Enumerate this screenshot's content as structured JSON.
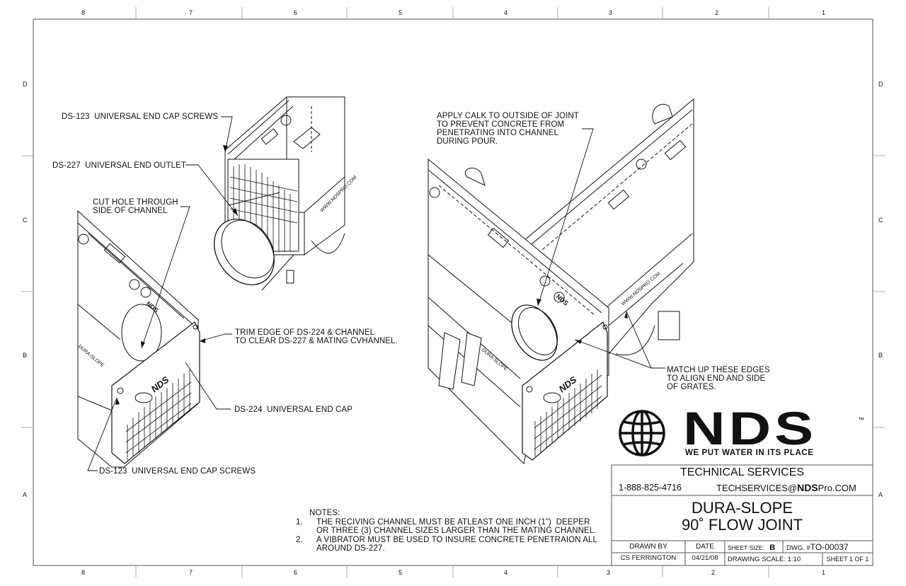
{
  "border": {
    "top_numbers": [
      "8",
      "7",
      "6",
      "5",
      "4",
      "3",
      "2",
      "1"
    ],
    "bottom_numbers": [
      "8",
      "7",
      "6",
      "5",
      "4",
      "3",
      "2",
      "1"
    ],
    "left_letters": [
      "D",
      "C",
      "B",
      "A"
    ],
    "right_letters": [
      "D",
      "C",
      "B",
      "A"
    ]
  },
  "callouts": {
    "end_cap_screws_top": "DS-123  UNIVERSAL END CAP SCREWS",
    "end_outlet": "DS-227  UNIVERSAL END OUTLET",
    "cut_hole": "CUT HOLE THROUGH\nSIDE OF CHANNEL",
    "trim_edge": "TRIM EDGE OF DS-224 & CHANNEL\nTO CLEAR DS-227 & MATING CVHANNEL.",
    "end_cap": "DS-224  UNIVERSAL END CAP",
    "end_cap_screws_bottom": "DS-123  UNIVERSAL END CAP SCREWS",
    "apply_calk": "APPLY CALK TO OUTSIDE OF JOINT\nTO PREVENT CONCRETE FROM\nPENETRATING INTO CHANNEL\nDURING POUR.",
    "match_edges": "MATCH UP THESE EDGES\nTO ALIGN END AND SIDE\nOF GRATES."
  },
  "part_markings": {
    "channel_side": "DURA-SLOPE",
    "channel_url": "WWW.NDSPRO.COM",
    "end_cap_brand": "NDS"
  },
  "notes": {
    "title": "NOTES:",
    "items": [
      {
        "num": "1.",
        "text": "THE RECIVING CHANNEL MUST BE ATLEAST ONE INCH (1\")  DEEPER\nOR THREE (3) CHANNEL SIZES LARGER THAN THE MATING CHANNEL."
      },
      {
        "num": "2.",
        "text": "A VIBRATOR MUST BE USED TO INSURE CONCRETE PENETRAION ALL\nAROUND DS-227."
      }
    ]
  },
  "logo": {
    "brand": "NDS",
    "tm": "™",
    "tagline": "WE PUT WATER IN ITS PLACE"
  },
  "title_block": {
    "department": "TECHNICAL SERVICES",
    "phone": "1-888-825-4716",
    "email_prefix": "TECHSERVICES@",
    "email_brand": "NDS",
    "email_suffix": "Pro.COM",
    "title_line1": "DURA-SLOPE",
    "title_line2": "90˚ FLOW JOINT",
    "drawn_by_label": "DRAWN BY",
    "drawn_by": "CS FERRINGTON",
    "date_label": "DATE",
    "date": "04/21/08",
    "sheet_size_label": "SHEET SIZE:",
    "sheet_size": "B",
    "dwg_label": "DWG. #",
    "dwg_number": "TO-00037",
    "scale_label": "DRAWING SCALE: 1:10",
    "sheet_label": "SHEET 1 OF 1"
  }
}
